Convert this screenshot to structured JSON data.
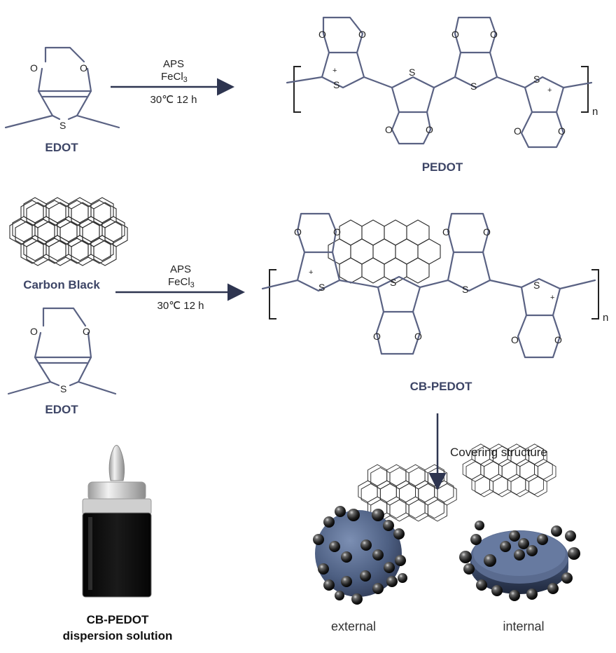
{
  "top_reaction": {
    "reactant_label": "EDOT",
    "product_label": "PEDOT",
    "reagent_1": "APS",
    "reagent_2": "FeCl",
    "reagent_2_sub": "3",
    "conditions": "30℃  12 h",
    "repeat_subscript": "n"
  },
  "bottom_reaction": {
    "reactant_1_label": "Carbon Black",
    "reactant_2_label": "EDOT",
    "product_label": "CB-PEDOT",
    "reagent_1": "APS",
    "reagent_2": "FeCl",
    "reagent_2_sub": "3",
    "conditions": "30℃  12 h",
    "repeat_subscript": "n"
  },
  "structure_step": {
    "arrow_label": "Covering structure",
    "sphere_label_1": "external",
    "sphere_label_2": "internal"
  },
  "vial": {
    "label_line_1": "CB-PEDOT",
    "label_line_2": "dispersion solution"
  },
  "atoms": {
    "oxygen": "O",
    "sulfur": "S",
    "plus": "+"
  },
  "colors": {
    "bond": "#5a6283",
    "label": "#3d4566",
    "sphere": "#4d5f82",
    "particle": "#2a2a2a"
  }
}
